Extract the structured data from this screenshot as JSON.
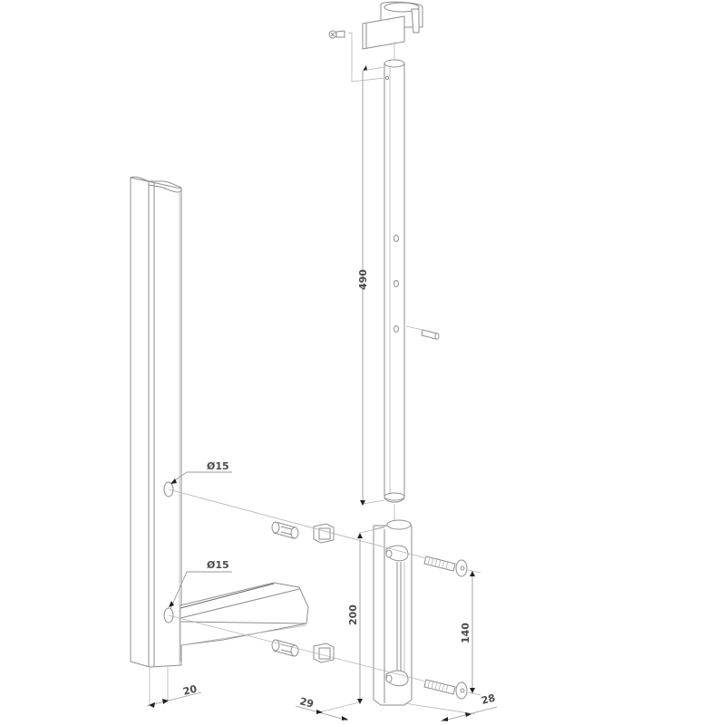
{
  "drawing": {
    "type": "exploded-assembly-technical-drawing",
    "dimensions": {
      "pin_length": "490",
      "hole_upper": "Ø15",
      "hole_lower": "Ø15",
      "post_width": "20",
      "hinge_height": "200",
      "screw_spacing": "140",
      "base_depth_left": "29",
      "base_depth_right": "28"
    },
    "parts": [
      {
        "name": "vertical-post",
        "label": ""
      },
      {
        "name": "hinge-pin",
        "label": ""
      },
      {
        "name": "top-hinge-cap",
        "label": ""
      },
      {
        "name": "small-screw",
        "label": ""
      },
      {
        "name": "side-pin",
        "label": ""
      },
      {
        "name": "wall-plug",
        "label": ""
      },
      {
        "name": "square-nut",
        "label": ""
      },
      {
        "name": "countersunk-bolt",
        "label": ""
      },
      {
        "name": "hinge-plate",
        "label": ""
      },
      {
        "name": "bracket-arm",
        "label": ""
      }
    ]
  }
}
